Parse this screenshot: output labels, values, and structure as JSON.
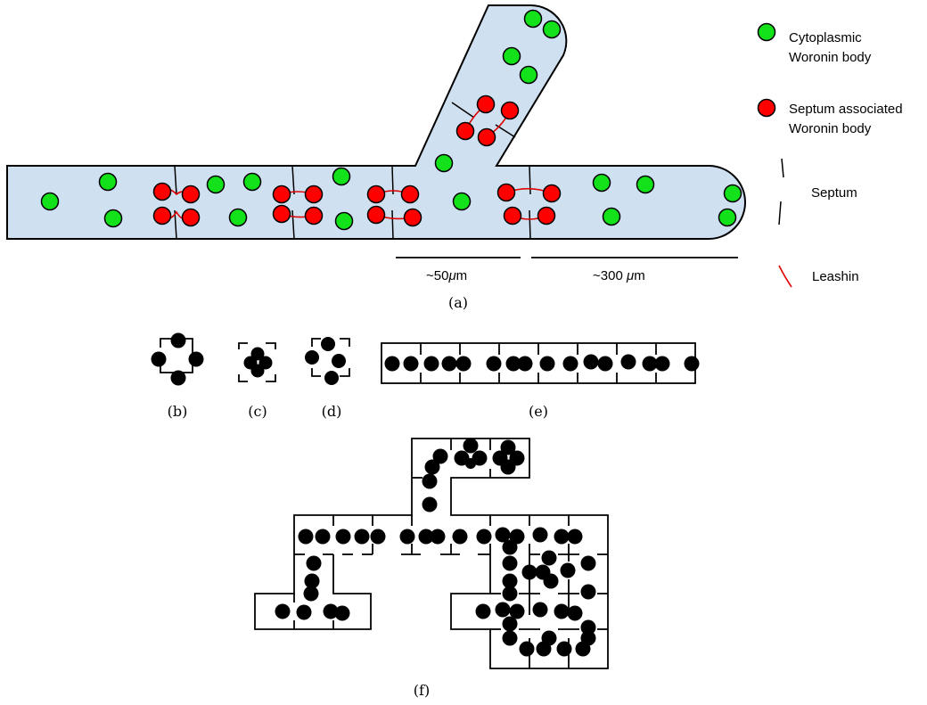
{
  "panel_labels": {
    "a": "(a)",
    "b": "(b)",
    "c": "(c)",
    "d": "(d)",
    "e": "(e)",
    "f": "(f)"
  },
  "legend": {
    "cytoplasmic": {
      "line1": "Cytoplasmic",
      "line2": "Woronin body",
      "color": "#13e21b"
    },
    "septum_associated": {
      "line1": "Septum associated",
      "line2": "Woronin body",
      "color": "#ff0000"
    },
    "septum": {
      "label": "Septum"
    },
    "leashin": {
      "label": "Leashin",
      "color": "#e00000"
    }
  },
  "scale": {
    "short_prefix": "~50",
    "short_mu": "μ",
    "short_unit": "m",
    "long_text": "~300 ",
    "long_mu": "μ",
    "long_unit": "m"
  },
  "colors": {
    "hypha_fill": "#cfe0f1",
    "outline": "#000000"
  }
}
